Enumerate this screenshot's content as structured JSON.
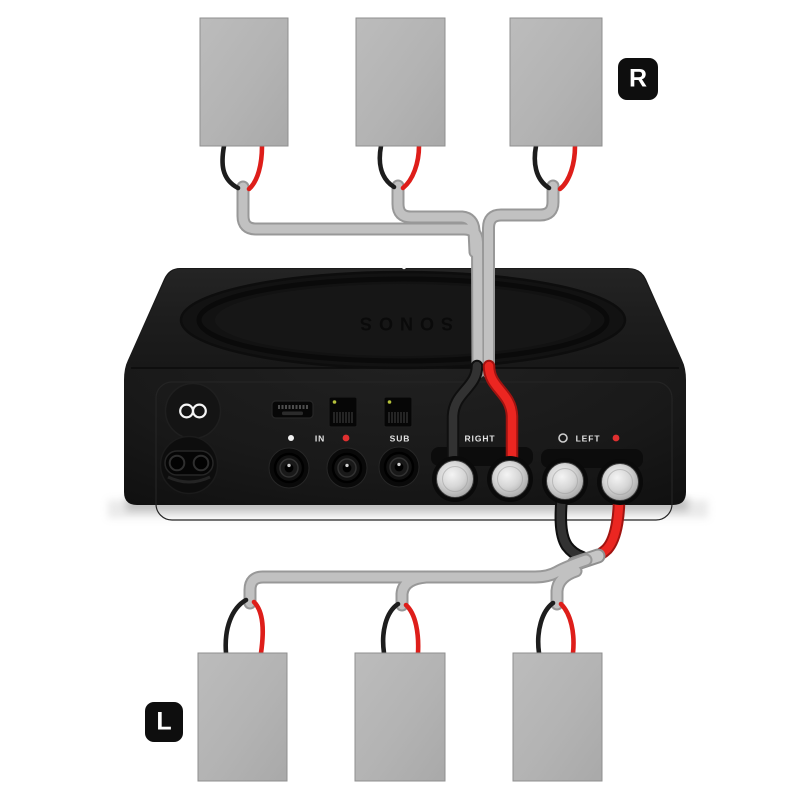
{
  "diagram": {
    "badges": {
      "right_channel": "R",
      "left_channel": "L"
    },
    "amp": {
      "brand": "SONOS",
      "rear_panel_labels": {
        "analog_in": "IN",
        "sub_out": "SUB",
        "right_speaker_terminals": "RIGHT",
        "left_speaker_terminals": "LEFT"
      },
      "port_counts": {
        "ethernet_ports": 2,
        "rca_jacks": 3,
        "binding_posts": 4
      }
    },
    "speakers": {
      "top_row_count": 3,
      "bottom_row_count": 3
    },
    "colors": {
      "background": "#ffffff",
      "speaker_gray": "#b5b5b5",
      "cable_gray": "#bdbdbd",
      "wire_black": "#222222",
      "wire_red": "#e6241f",
      "amp_body": "#1a1a1a",
      "badge_background": "#0e0e0e",
      "badge_text": "#ffffff",
      "terminal_silver": "#cccccc",
      "marker_red": "#e03030",
      "marker_white": "#f2f2f2",
      "ethernet_led_green": "#b5c13b",
      "status_led_white": "#fafafa"
    }
  }
}
